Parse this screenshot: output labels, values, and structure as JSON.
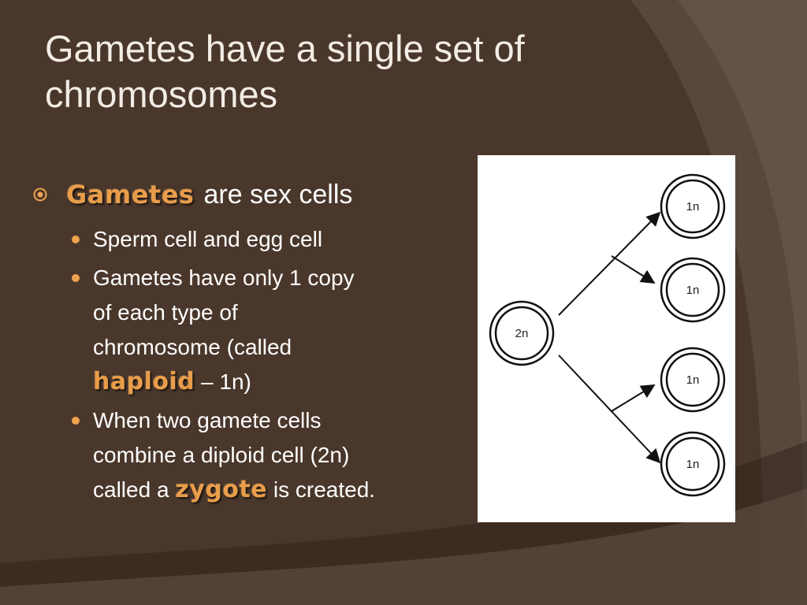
{
  "slide": {
    "title_line1": "Gametes have a single set of",
    "title_line2": "chromosomes"
  },
  "theme": {
    "background": "#4a372b",
    "keyword_color": "#e99d4a",
    "text_color": "#ffffff",
    "bullet_color": "#efa24e"
  },
  "main_bullet": {
    "icon": "target-bullet-icon",
    "keyword": "Gametes",
    "text": "are sex cells"
  },
  "sub_bullets": {
    "item1": {
      "line1": "Sperm cell and egg cell"
    },
    "item2": {
      "line1": "Gametes have only 1 copy",
      "line2": "of each type of",
      "line3": "chromosome (called",
      "keyword": "haploid",
      "suffix": "– 1n)"
    },
    "item3": {
      "line1": "When two gamete cells",
      "line2": "combine a diploid cell (2n)",
      "prefix": "called a",
      "keyword": "zygote",
      "suffix": "is created."
    }
  },
  "diagram": {
    "parent_label": "2n",
    "daughter_labels": [
      "1n",
      "1n",
      "1n",
      "1n"
    ]
  }
}
